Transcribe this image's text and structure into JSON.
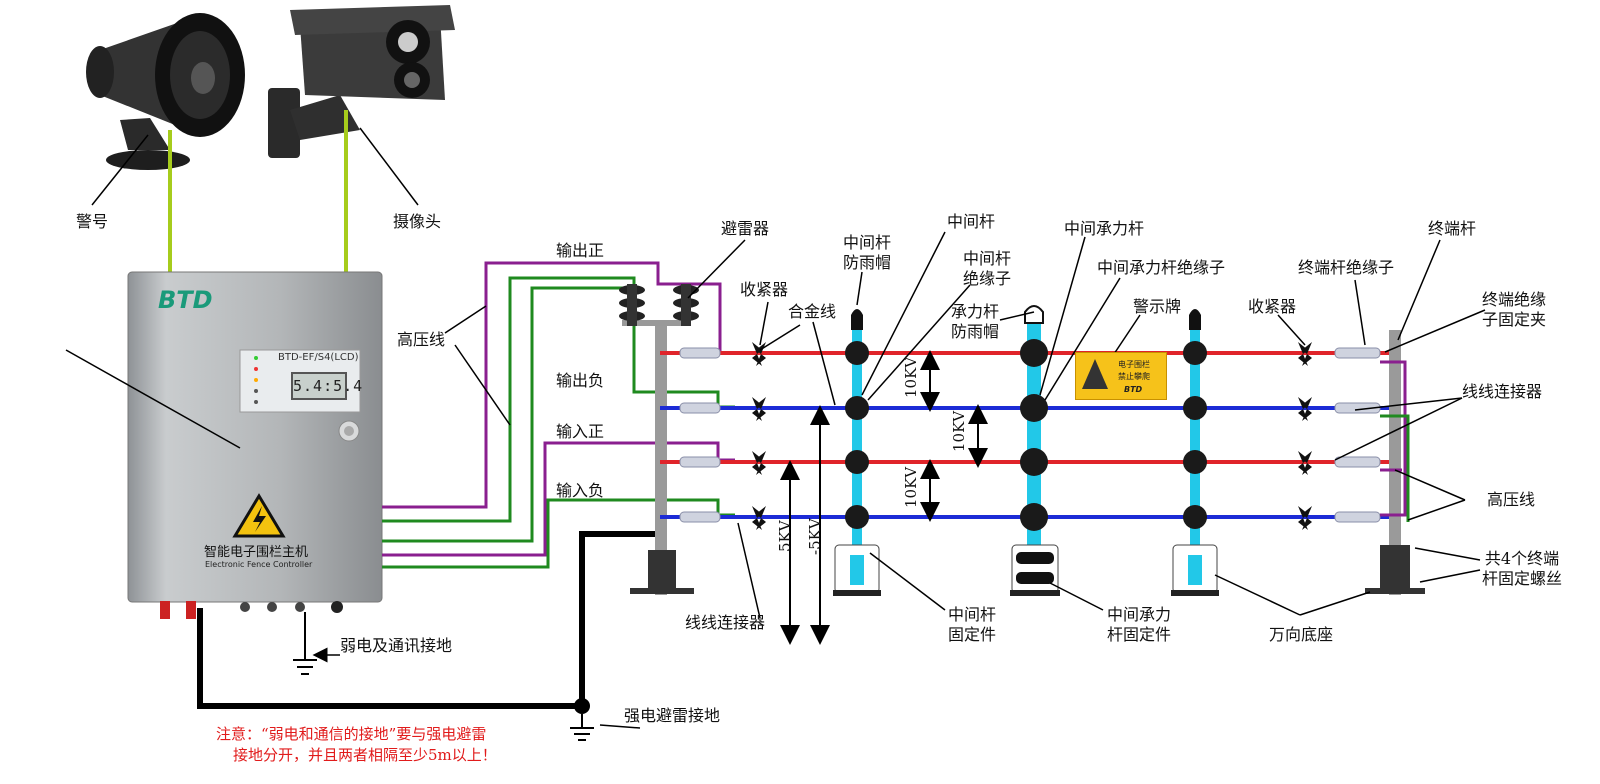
{
  "devices": {
    "alarm_label": "警号",
    "camera_label": "摄像头"
  },
  "controller": {
    "brand": "BTD",
    "model": "BTD-EF/S4(LCD)",
    "display": "5.4:5.4",
    "title_cn": "智能电子围栏主机",
    "title_en": "Electronic Fence Controller"
  },
  "wires": {
    "hv_line": "高压线",
    "out_pos": "输出正",
    "out_neg": "输出负",
    "in_pos": "输入正",
    "in_neg": "输入负"
  },
  "components": {
    "lightning_arrester": "避雷器",
    "tensioner_left": "收紧器",
    "alloy_wire": "合金线",
    "mid_pole_cap": "中间杆\n防雨帽",
    "mid_pole": "中间杆",
    "mid_pole_insulator": "中间杆\n绝缘子",
    "load_pole": "中间承力杆",
    "load_pole_insulator": "中间承力杆绝缘子",
    "load_pole_cap": "承力杆\n防雨帽",
    "warning_sign": "警示牌",
    "tensioner_right": "收紧器",
    "end_pole_insulator": "终端杆绝缘子",
    "end_pole": "终端杆",
    "end_insulator_clamp": "终端绝缘\n子固定夹",
    "wire_connector_right": "线线连接器",
    "hv_line_right": "高压线",
    "end_pole_bolts": "共4个终端\n杆固定螺丝",
    "wire_connector_bottom": "线线连接器",
    "mid_pole_fixture": "中间杆\n固定件",
    "load_pole_fixture": "中间承力\n杆固定件",
    "universal_base": "万向底座"
  },
  "voltages": {
    "v_top": "10KV",
    "v_mid": "10KV",
    "v_bot": "10KV",
    "v_pos": "5KV",
    "v_neg": "-5KV"
  },
  "sign": {
    "line1": "电子围栏",
    "line2": "禁止攀爬",
    "brand": "BTD"
  },
  "grounding": {
    "weak_ground": "弱电及通讯接地",
    "strong_ground": "强电避雷接地"
  },
  "note": {
    "line1": "注意：“弱电和通信的接地”要与强电避雷",
    "line2": "接地分开，并且两者相隔至少5m以上！"
  },
  "colors": {
    "red_wire": "#e0242a",
    "blue_wire": "#1c2bd6",
    "purple_wire": "#8a1f8f",
    "green_wire": "#1f8a1f",
    "pole_cyan": "#22c8e8",
    "note_red": "#e11b1b"
  }
}
